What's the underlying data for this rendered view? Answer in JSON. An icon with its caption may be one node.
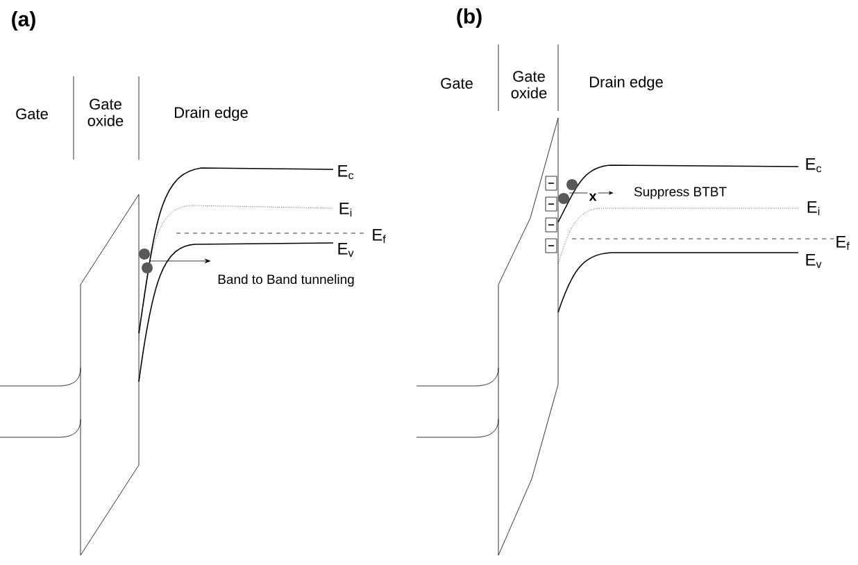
{
  "diagram": {
    "labels": [
      "(a)",
      "Gate",
      "Gate oxide",
      "Drain edge",
      "E$_{c}$",
      "E$_{i}$",
      "E$_{f}$",
      "E$_{v}$",
      "Band to Band tunneling",
      "(b)",
      "Gate",
      "Gate oxide",
      "Drain edge",
      "x",
      "Suppress BTBT",
      "E$_{c}$",
      "E$_{i}$",
      "E$_{f}$",
      "E$_{v}$"
    ]
  }
}
